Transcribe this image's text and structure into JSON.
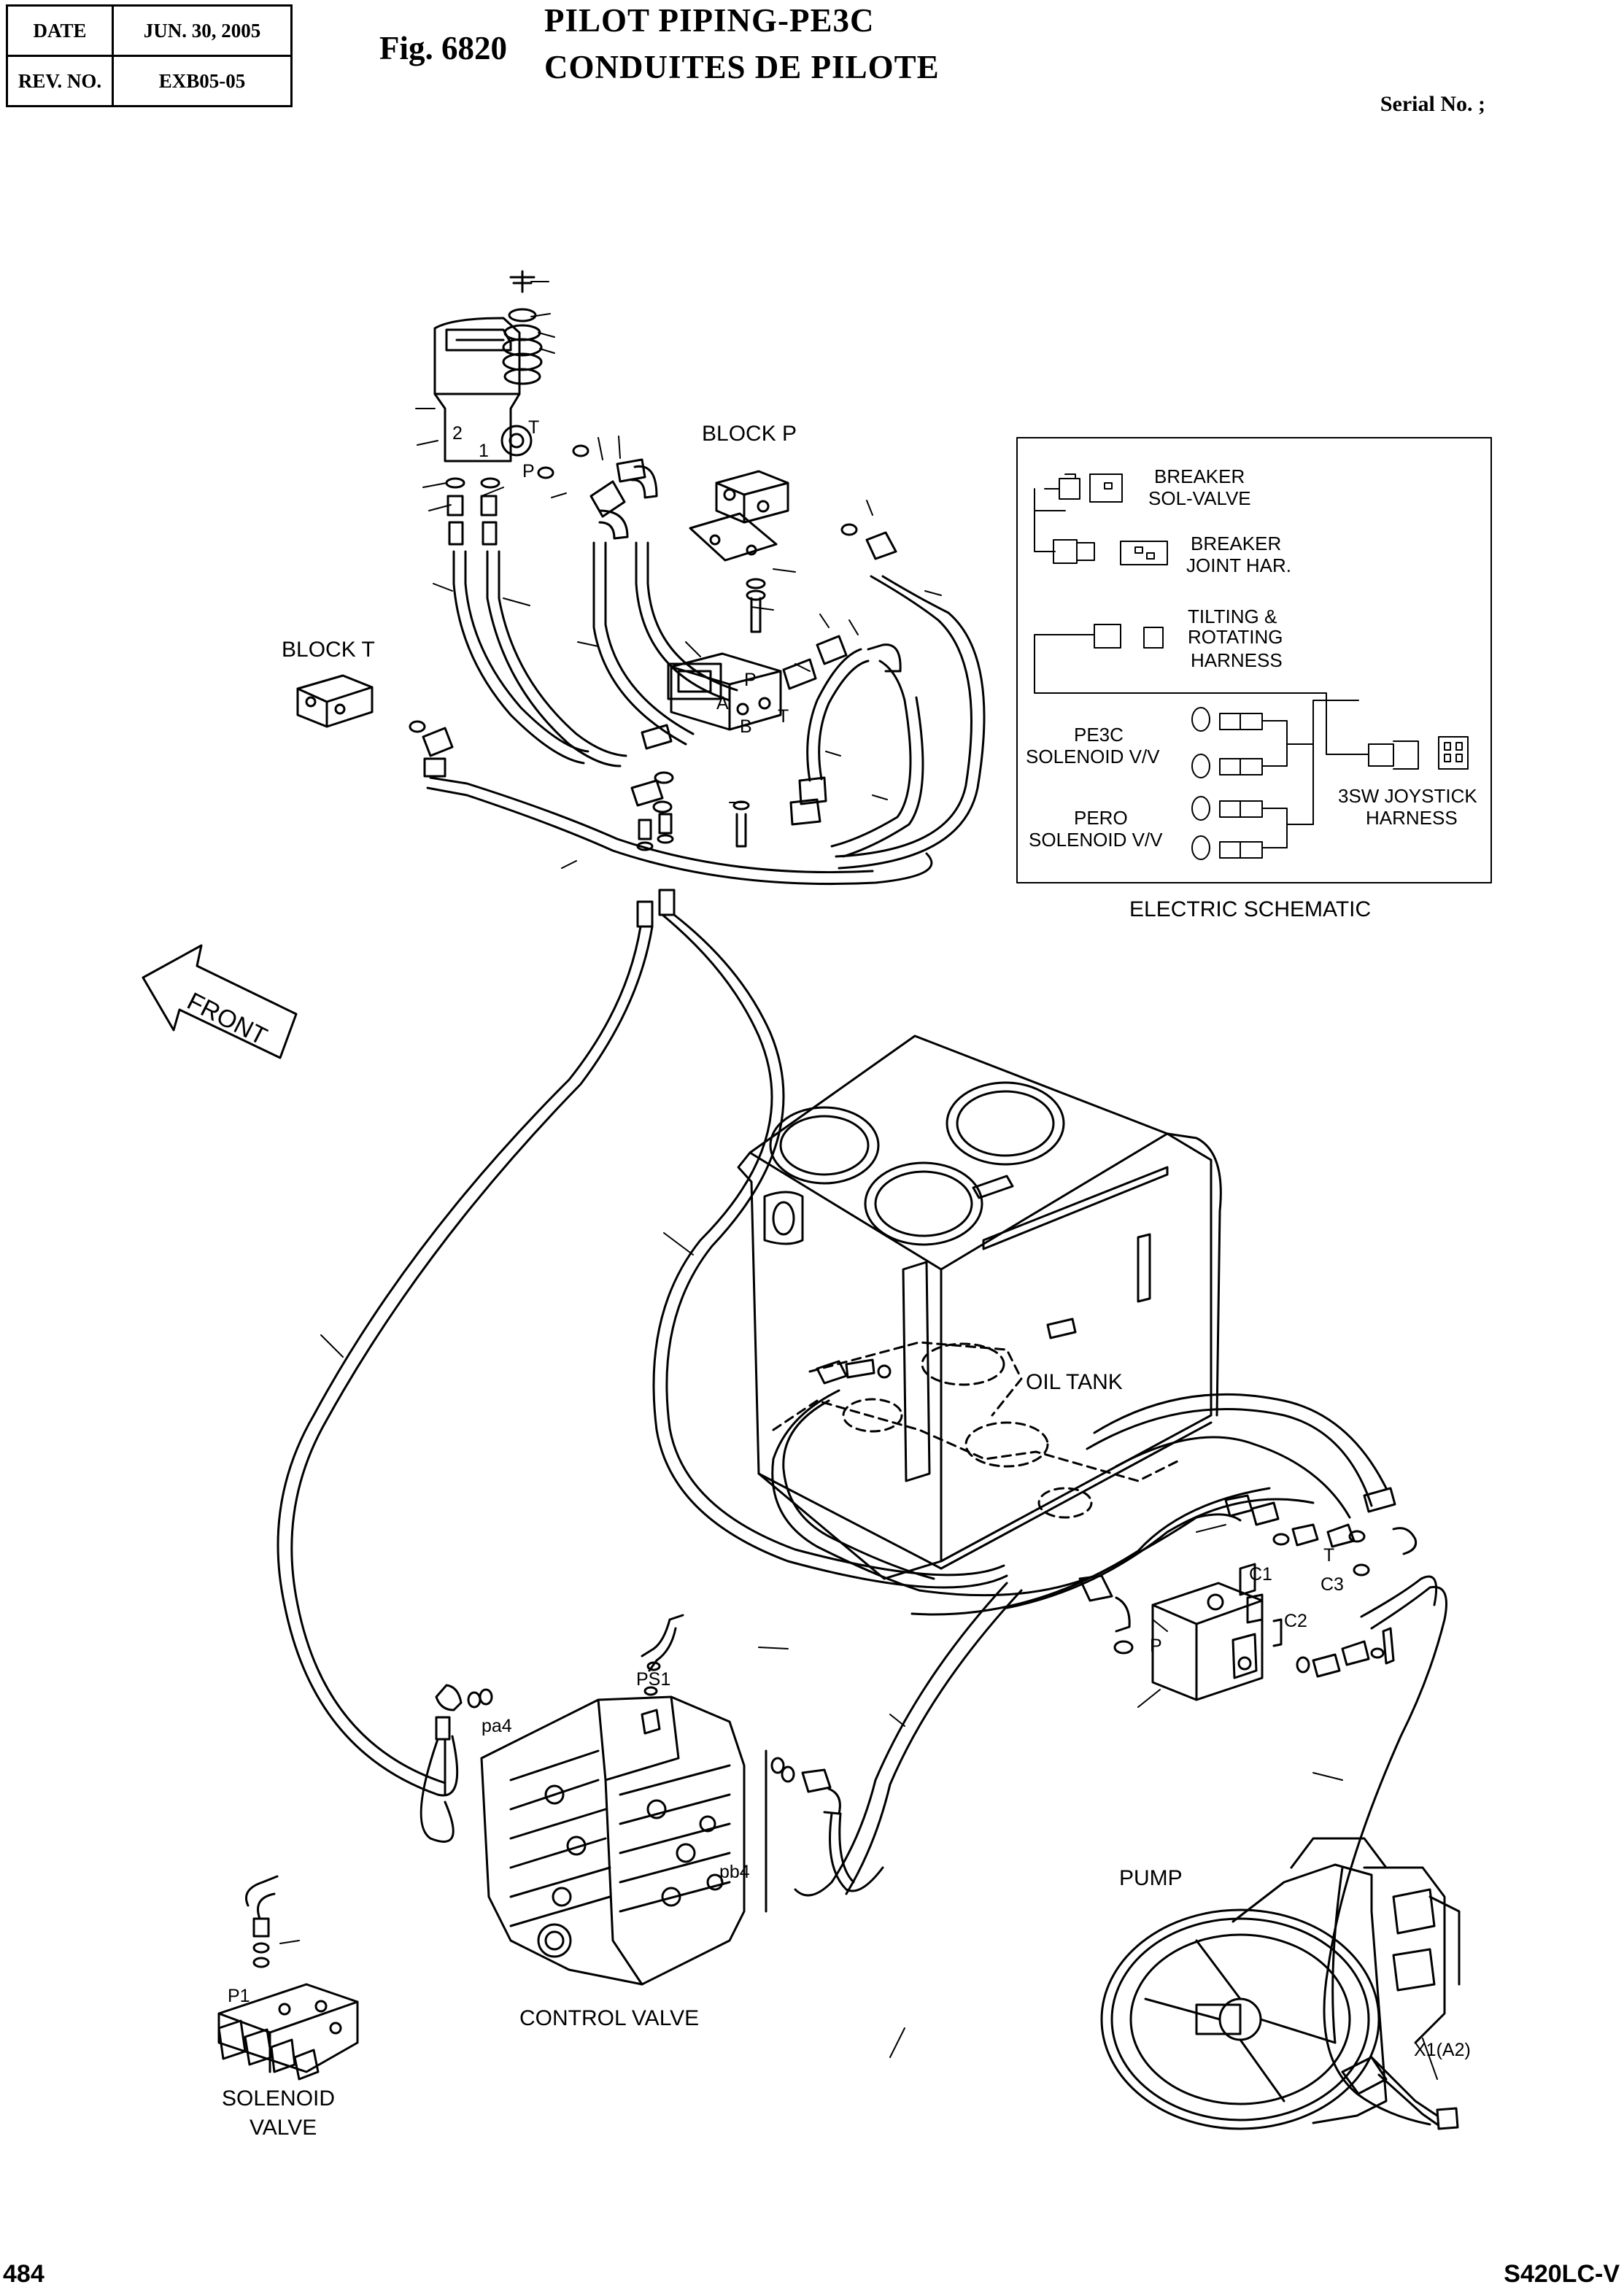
{
  "header": {
    "date_label": "DATE",
    "date_value": "JUN. 30, 2005",
    "rev_label": "REV. NO.",
    "rev_value": "EXB05-05"
  },
  "figure": {
    "number": "Fig. 6820",
    "title_en": "PILOT PIPING-PE3C",
    "title_fr": "CONDUITES DE PILOTE",
    "serial": "Serial No. ;"
  },
  "labels": {
    "block_p": "BLOCK P",
    "block_t": "BLOCK T",
    "front": "FRONT",
    "oil_tank": "OIL TANK",
    "pump": "PUMP",
    "control_valve": "CONTROL VALVE",
    "solenoid_valve_1": "SOLENOID",
    "solenoid_valve_2": "VALVE",
    "port_2": "2",
    "port_1": "1",
    "port_t1": "T",
    "port_p1": "P",
    "port_a": "A",
    "port_b": "B",
    "port_p2": "P",
    "port_t2": "T",
    "port_t3": "T",
    "port_c1": "C1",
    "port_c3": "C3",
    "port_c2": "C2",
    "port_p3": "P",
    "port_ps1": "PS1",
    "port_pa4": "pa4",
    "port_pb4": "pb4",
    "port_p1_sol": "P1",
    "port_x1": "X1(A2)"
  },
  "schematic": {
    "title": "ELECTRIC SCHEMATIC",
    "breaker_sol_1": "BREAKER",
    "breaker_sol_2": "SOL-VALVE",
    "breaker_joint_1": "BREAKER",
    "breaker_joint_2": "JOINT HAR.",
    "tilting_1": "TILTING &",
    "tilting_2": "ROTATING",
    "tilting_3": "HARNESS",
    "pe3c_1": "PE3C",
    "pe3c_2": "SOLENOID V/V",
    "pero_1": "PERO",
    "pero_2": "SOLENOID V/V",
    "joystick_1": "3SW JOYSTICK",
    "joystick_2": "HARNESS"
  },
  "footer": {
    "page": "484",
    "model": "S420LC-V"
  }
}
